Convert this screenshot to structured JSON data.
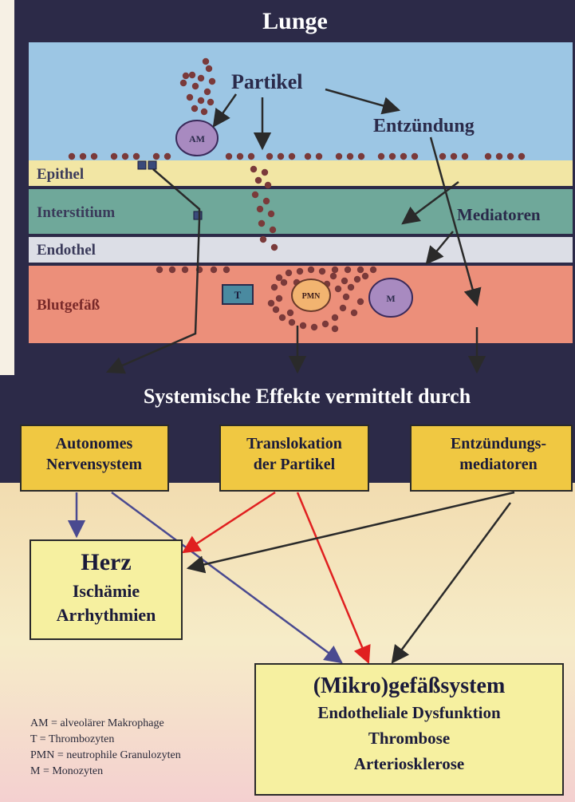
{
  "title": "Lunge",
  "lung": {
    "particles_label": "Partikel",
    "inflammation_label": "Entzündung",
    "mediators_label": "Mediatoren",
    "layers": {
      "epithel": "Epithel",
      "interstitium": "Interstitium",
      "endothel": "Endothel",
      "blood_vessel": "Blutgefäß"
    },
    "cells": {
      "am": "AM",
      "t": "T",
      "pmn": "PMN",
      "m": "M"
    }
  },
  "systemic": {
    "banner": "Systemische Effekte vermittelt durch",
    "boxes": [
      {
        "lines": [
          "Autonomes",
          "Nervensystem"
        ]
      },
      {
        "lines": [
          "Translokation",
          "der Partikel"
        ]
      },
      {
        "lines": [
          "Entzündungs-",
          "mediatoren"
        ]
      }
    ]
  },
  "outcomes": {
    "heart": {
      "title": "Herz",
      "lines": [
        "Ischämie",
        "Arrhythmien"
      ]
    },
    "vascular": {
      "title": "(Mikro)gefäßsystem",
      "lines": [
        "Endotheliale Dysfunktion",
        "Thrombose",
        "Arteriosklerose"
      ]
    }
  },
  "legend": [
    "AM = alveolärer Makrophage",
    "T = Thrombozyten",
    "PMN = neutrophile Granulozyten",
    "M = Monozyten"
  ],
  "colors": {
    "dark_navy": "#2c2a48",
    "air": "#9cc6e4",
    "epithel": "#f2e6a4",
    "interstitium": "#6fa89a",
    "endothel": "#dcdee6",
    "blood": "#ec8f7a",
    "box_yellow": "#f0c842",
    "outcome_box": "#f6f0a0",
    "particle": "#7a3a3a",
    "arrow_blue": "#4a4a90",
    "arrow_red": "#e02020",
    "arrow_dark": "#2a2a2a"
  }
}
